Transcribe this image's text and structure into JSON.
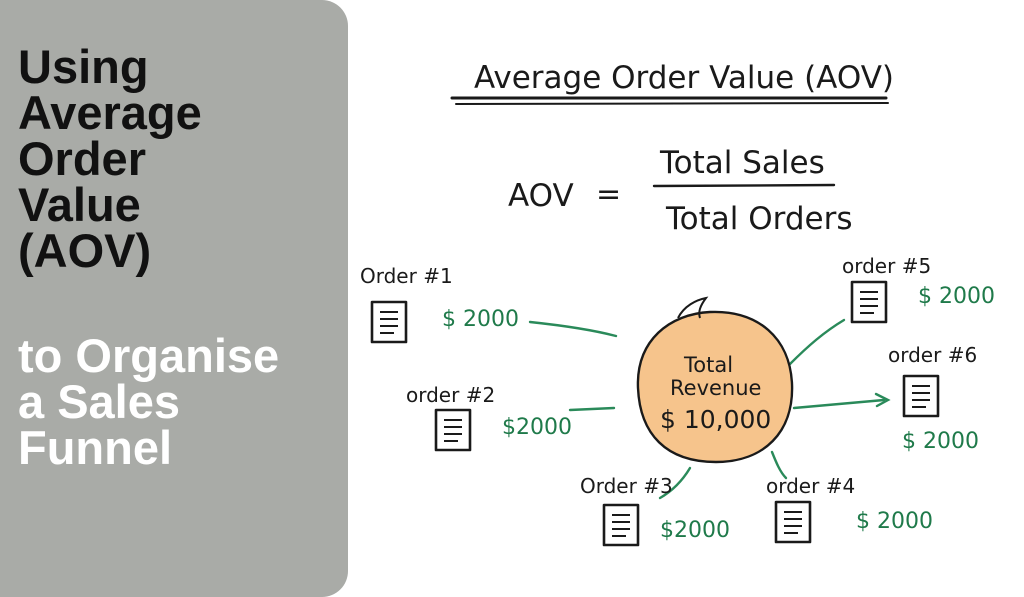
{
  "panel": {
    "title_lines": [
      "Using",
      "Average",
      "Order",
      "Value",
      "(AOV)"
    ],
    "subtitle_lines": [
      "to Organise",
      "a Sales",
      "Funnel"
    ],
    "colors": {
      "panel_bg": "#a9aba7",
      "title": "#111111",
      "subtitle": "#ffffff"
    }
  },
  "diagram": {
    "heading": "Average Order Value (AOV)",
    "formula": {
      "lhs": "AOV",
      "equals": "=",
      "numerator": "Total Sales",
      "denominator": "Total Orders"
    },
    "center": {
      "line1": "Total",
      "line2": "Revenue",
      "amount": "$ 10,000"
    },
    "orders": [
      {
        "label": "Order #1",
        "amount": "$ 2000"
      },
      {
        "label": "order #2",
        "amount": "$2000"
      },
      {
        "label": "Order #3",
        "amount": "$2000"
      },
      {
        "label": "order #4",
        "amount": "$ 2000"
      },
      {
        "label": "order #5",
        "amount": "$ 2000"
      },
      {
        "label": "order #6",
        "amount": "$ 2000"
      }
    ],
    "colors": {
      "ink": "#1a1a1a",
      "money": "#1f7a4a",
      "connector": "#2a8a5a",
      "blob": "#f6c48c"
    }
  }
}
